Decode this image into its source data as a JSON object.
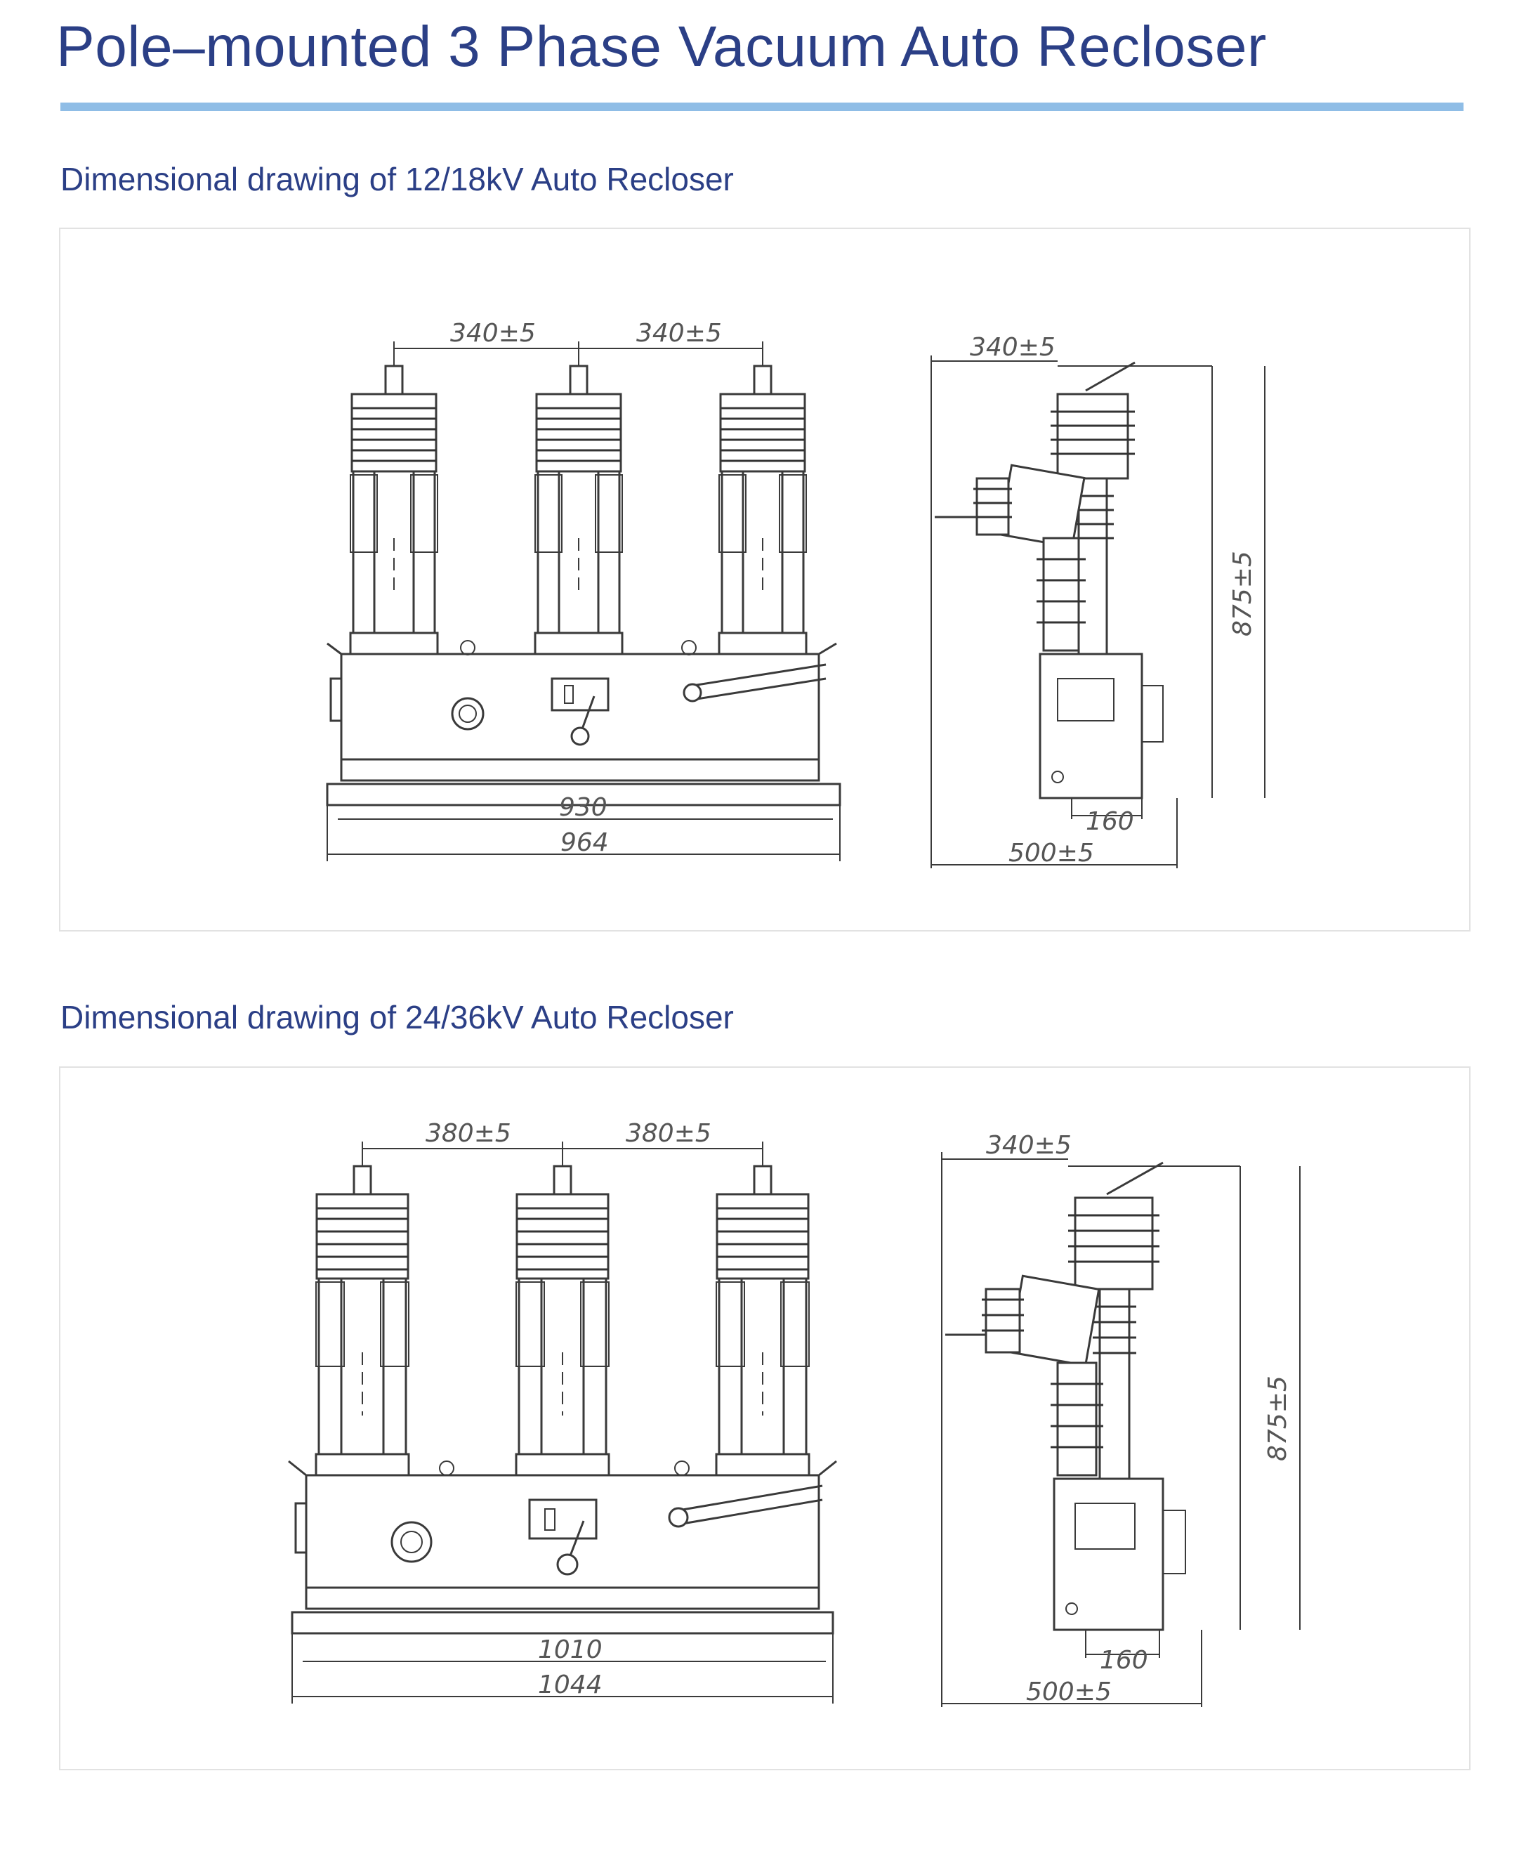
{
  "page": {
    "title": "Pole–mounted 3 Phase Vacuum Auto Recloser",
    "accent_color": "#8fbde6",
    "title_color": "#2b3f86"
  },
  "sections": [
    {
      "title": "Dimensional drawing of 12/18kV Auto Recloser",
      "front_view": {
        "pitch_left": "340±5",
        "pitch_right": "340±5",
        "inner_width": "930",
        "outer_width": "964"
      },
      "side_view": {
        "top_width": "340±5",
        "height": "875±5",
        "foot_width": "160",
        "base_width": "500±5"
      }
    },
    {
      "title": "Dimensional drawing of 24/36kV Auto Recloser",
      "front_view": {
        "pitch_left": "380±5",
        "pitch_right": "380±5",
        "inner_width": "1010",
        "outer_width": "1044"
      },
      "side_view": {
        "top_width": "340±5",
        "height": "875±5",
        "foot_width": "160",
        "base_width": "500±5"
      }
    }
  ]
}
